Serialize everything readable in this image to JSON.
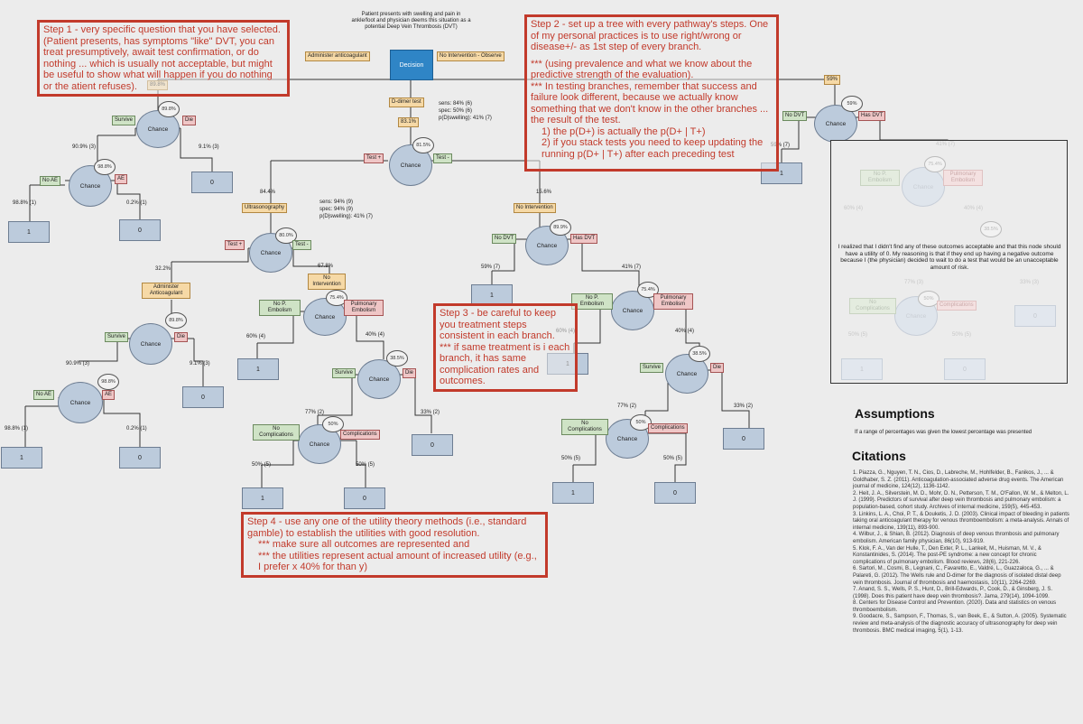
{
  "root": {
    "title": "Patient presents with swelling and pain in ankle/foot and physician deems this situation as a potential Deep Vein Thrombosis (DVT)",
    "decision_label": "Decision",
    "administer": "Administer anticoagulant",
    "observe": "No Intervention - Observe",
    "dtest": "D-dimer test",
    "dtest_stats": [
      "sens: 84% (6)",
      "spec: 50% (6)",
      "p(D|swelling): 41% (7)"
    ]
  },
  "steps": {
    "step1": "Step 1 - very specific question that you have selected. (Patient presents, has symptoms \"like\" DVT, you can treat presumptively, await test confirmation, or do nothing ... which is usually not acceptable, but might be useful to show what will happen if you do nothing or the atient refuses).",
    "step2": [
      "Step 2 - set up a tree with every pathway's steps.  One of my personal practices is to use right/wrong or disease+/- as 1st step of every branch.",
      "*** (using prevalence and what we know about the predictive strength of the evaluation).",
      "*** In testing branches, remember that success and failure look different, because we actually know something that we don't know in the other branches ... the result of the test.",
      "1) the p(D+) is actually the p(D+ | T+)",
      "2) if you stack tests you need to keep updating the running p(D+ | T+) after each preceding test"
    ],
    "step3": [
      "Step 3 -  be careful to keep you treatment steps consistent in each branch.",
      "*** if same treatment is i each branch, it has same complication rates and outcomes."
    ],
    "step4": [
      "Step 4 -  use any one of the utility theory methods (i.e., standard gamble) to establish the utilities with good resolution.",
      "*** make sure all outcomes are represented and",
      "*** the utilities represent actual amount of increased utility (e.g., I prefer x 40% for than y)"
    ]
  },
  "tree": {
    "chance": "Chance",
    "survive": "Survive",
    "die": "Die",
    "no_ae": "No AE",
    "ae": "AE",
    "no_dvt": "No DVT",
    "has_dvt": "Has DVT",
    "no_pe": "No P. Embolism",
    "pe": "Pulmonary Embolism",
    "no_comp": "No Complications",
    "comp": "Complications",
    "test_pos": "Test +",
    "test_neg": "Test -",
    "ultrasono": "Ultrasonography",
    "us_stats": [
      "sens: 94% (9)",
      "spec: 94% (9)",
      "p(D|swelling): 41% (7)"
    ],
    "no_intervention": "No Intervention",
    "no_interv_short": "No Intervention",
    "admin_antico": "Administer Anticoagulant",
    "one": "1",
    "zero": "0",
    "pcts": {
      "p898": "89.8%",
      "p909": "90.9% (3)",
      "p91": "9.1% (3)",
      "p988": "98.8% (1)",
      "p02": "0.2% (1)",
      "p988b": "98.8%",
      "p831": "83.1%",
      "p815": "81.5%",
      "p844": "84.4%",
      "p156": "15.6%",
      "p800": "80.0%",
      "p322": "32.2%",
      "p678": "67.8%",
      "p754": "75.4%",
      "p60": "60% (4)",
      "p40": "40% (4)",
      "p385": "38.5%",
      "p77": "77% (2)",
      "p33": "33% (2)",
      "p50": "50%",
      "p50_5": "50% (5)",
      "p899": "89.9%",
      "p59": "59% (7)",
      "p41": "41% (7)",
      "p59r": "59%",
      "p55": "59% (7)",
      "p77n": "77% (3)",
      "p33n": "33% (3)"
    }
  },
  "note": "I realized that I didn't find any of these outcomes acceptable and that this node should have a utility of 0.  My reasoning is that if they end up having a negative outcome because I (the physician) decided to wait to do a test that would be an unacceptable amount of risk.",
  "assumptions": {
    "heading": "Assumptions",
    "text": "If a range of percentages was given the lowest percentage was presented"
  },
  "citations": {
    "heading": "Citations",
    "items": [
      "1. Piazza, G., Nguyen, T. N., Cios, D., Labreche, M., Hohlfelder, B., Fanikos, J., ... & Goldhaber, S. Z. (2011). Anticoagulation-associated adverse drug events. The American journal of medicine, 124(12), 1136-1142.",
      "2. Heit, J. A., Silverstein, M. D., Mohr, D. N., Petterson, T. M., O'Fallon, W. M., & Melton, L. J. (1999). Predictors of survival after deep vein thrombosis and pulmonary embolism: a population-based, cohort study. Archives of internal medicine, 159(5), 445-453.",
      "3. Linkins, L. A., Choi, P. T., & Douketis, J. D. (2003). Clinical impact of bleeding in patients taking oral anticoagulant therapy for venous thromboembolism: a meta-analysis. Annals of internal medicine, 139(11), 893-900.",
      "4. Wilbur, J., & Shian, B. (2012). Diagnosis of deep venous thrombosis and pulmonary embolism. American family physician, 86(10), 913-919.",
      "5. Klok, F. A., Van der Hulle, T., Den Exter, P. L., Lankeit, M., Huisman, M. V., & Konstantinides, S. (2014). The post-PE syndrome: a new concept for chronic complications of pulmonary embolism. Blood reviews, 28(6), 221-226.",
      "6. Sartori, M., Cosmi, B., Legnani, C., Favaretto, E., Valdré, L., Guazzaloca, G., ... & Palareti, G. (2012). The Wells rule and D-dimer for the diagnosis of isolated distal deep vein thrombosis. Journal of thrombosis and haemostasis, 10(11), 2264-2269.",
      "7. Anand, S. S., Wells, P. S., Hunt, D., Brill-Edwards, P., Cook, D., & Ginsberg, J. S. (1998). Does this patient have deep vein thrombosis?. Jama, 279(14), 1094-1099.",
      "8. Centers for Disease Control and Prevention. (2020). Data and statistics on venous thromboembolism.",
      "9. Goodacre, S., Sampson, F., Thomas, S., van Beek, E., & Sutton, A. (2005). Systematic review and meta-analysis of the diagnostic accuracy of ultrasonography for deep vein thrombosis. BMC medical imaging, 5(1), 1-13."
    ]
  },
  "colors": {
    "accent_red": "#c23a2b",
    "decision_blue": "#2f85c6",
    "node_fill": "#bccbdc"
  }
}
